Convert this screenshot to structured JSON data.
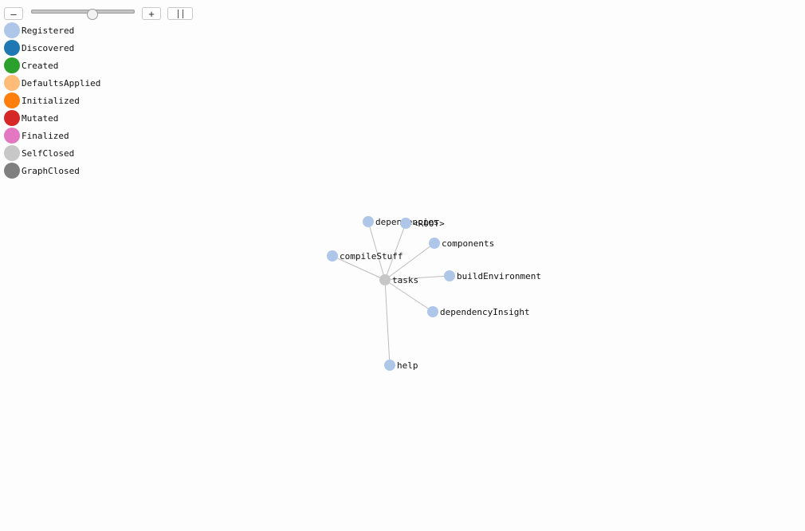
{
  "controls": {
    "zoom_out_label": "–",
    "zoom_in_label": "+",
    "slider_value": 0.36
  },
  "legend": [
    {
      "label": "Registered",
      "color": "#aec7e8"
    },
    {
      "label": "Discovered",
      "color": "#1f77b4"
    },
    {
      "label": "Created",
      "color": "#2ca02c"
    },
    {
      "label": "DefaultsApplied",
      "color": "#ffbb78"
    },
    {
      "label": "Initialized",
      "color": "#ff7f0e"
    },
    {
      "label": "Mutated",
      "color": "#d62728"
    },
    {
      "label": "Finalized",
      "color": "#e377c2"
    },
    {
      "label": "SelfClosed",
      "color": "#c7c7c7"
    },
    {
      "label": "GraphClosed",
      "color": "#7f7f7f"
    }
  ],
  "graph": {
    "nodes": [
      {
        "id": "tasks",
        "label": "tasks",
        "state": "SelfClosed"
      },
      {
        "id": "dependencies",
        "label": "dependencies",
        "state": "Registered"
      },
      {
        "id": "root",
        "label": "<ROOT>",
        "state": "Registered"
      },
      {
        "id": "components",
        "label": "components",
        "state": "Registered"
      },
      {
        "id": "compileStuff",
        "label": "compileStuff",
        "state": "Registered"
      },
      {
        "id": "buildEnvironment",
        "label": "buildEnvironment",
        "state": "Registered"
      },
      {
        "id": "dependencyInsight",
        "label": "dependencyInsight",
        "state": "Registered"
      },
      {
        "id": "help",
        "label": "help",
        "state": "Registered"
      }
    ],
    "edges": [
      {
        "source": "tasks",
        "target": "dependencies"
      },
      {
        "source": "tasks",
        "target": "root"
      },
      {
        "source": "tasks",
        "target": "components"
      },
      {
        "source": "tasks",
        "target": "compileStuff"
      },
      {
        "source": "tasks",
        "target": "buildEnvironment"
      },
      {
        "source": "tasks",
        "target": "dependencyInsight"
      },
      {
        "source": "tasks",
        "target": "help"
      }
    ]
  }
}
